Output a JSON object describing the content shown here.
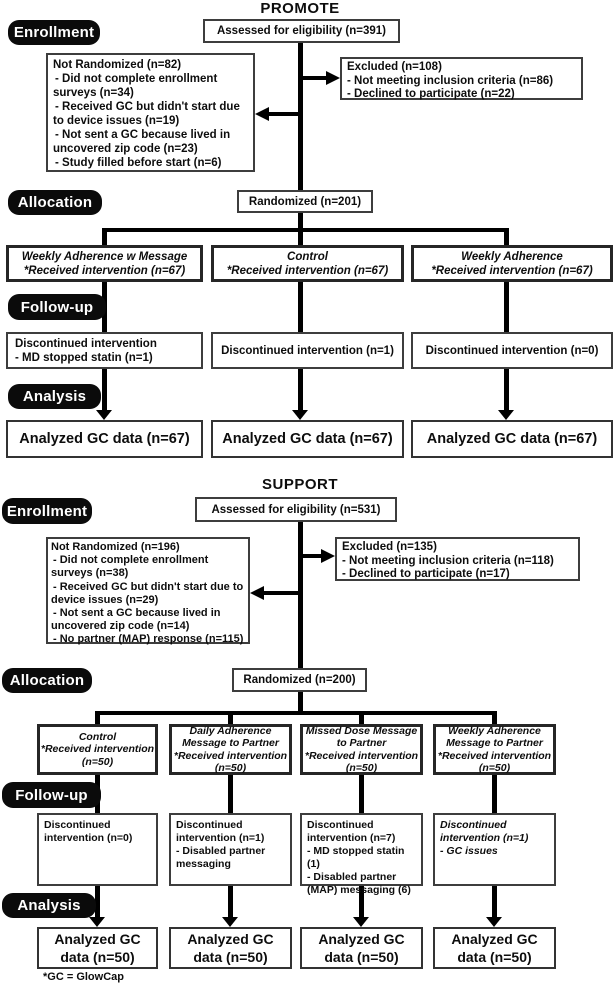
{
  "promote": {
    "title": "PROMOTE",
    "labels": {
      "enrollment": "Enrollment",
      "allocation": "Allocation",
      "followup": "Follow-up",
      "analysis": "Analysis"
    },
    "assessed": "Assessed for eligibility (n=391)",
    "not_randomized": {
      "title": "Not Randomized (n=82)",
      "items": [
        "- Did not complete enrollment surveys (n=34)",
        "- Received GC but didn't start due to device issues (n=19)",
        "- Not sent a GC because lived in uncovered zip code (n=23)",
        "- Study filled before start (n=6)"
      ]
    },
    "excluded": {
      "title": "Excluded (n=108)",
      "items": [
        "- Not meeting inclusion criteria (n=86)",
        "- Declined to participate (n=22)"
      ]
    },
    "randomized": "Randomized (n=201)",
    "arms": [
      {
        "name": "Weekly Adherence w Message",
        "received": "*Received intervention (n=67)"
      },
      {
        "name": "Control",
        "received": "*Received intervention (n=67)"
      },
      {
        "name": "Weekly Adherence",
        "received": "*Received intervention (n=67)"
      }
    ],
    "followup_boxes": [
      {
        "lines": [
          "Discontinued intervention",
          "- MD stopped statin (n=1)"
        ]
      },
      {
        "lines": [
          "Discontinued intervention (n=1)"
        ]
      },
      {
        "lines": [
          "Discontinued intervention (n=0)"
        ]
      }
    ],
    "analysis_boxes": [
      "Analyzed GC data (n=67)",
      "Analyzed GC data (n=67)",
      "Analyzed GC data (n=67)"
    ]
  },
  "support": {
    "title": "SUPPORT",
    "labels": {
      "enrollment": "Enrollment",
      "allocation": "Allocation",
      "followup": "Follow-up",
      "analysis": "Analysis"
    },
    "assessed": "Assessed for eligibility (n=531)",
    "not_randomized": {
      "title": "Not Randomized (n=196)",
      "items": [
        "- Did not complete enrollment surveys (n=38)",
        "- Received GC but didn't start due to device issues (n=29)",
        "- Not sent a GC because lived in uncovered zip code (n=14)",
        "- No partner (MAP) response (n=115)"
      ]
    },
    "excluded": {
      "title": "Excluded (n=135)",
      "items": [
        "- Not meeting inclusion criteria (n=118)",
        "- Declined to participate (n=17)"
      ]
    },
    "randomized": "Randomized (n=200)",
    "arms": [
      {
        "name": "Control",
        "received": "*Received intervention (n=50)"
      },
      {
        "name": "Daily Adherence Message to Partner",
        "received": "*Received intervention (n=50)"
      },
      {
        "name": "Missed Dose Message to Partner",
        "received": "*Received intervention (n=50)"
      },
      {
        "name": "Weekly Adherence Message to Partner",
        "received": "*Received intervention (n=50)"
      }
    ],
    "followup_boxes": [
      {
        "lines": [
          "Discontinued intervention (n=0)"
        ]
      },
      {
        "lines": [
          "Discontinued intervention (n=1)",
          "- Disabled partner messaging"
        ]
      },
      {
        "lines": [
          "Discontinued intervention (n=7)",
          "- MD stopped statin (1)",
          "- Disabled partner (MAP) messaging (6)"
        ]
      },
      {
        "lines": [
          "Discontinued intervention (n=1)",
          "- GC issues"
        ]
      }
    ],
    "analysis_boxes": [
      "Analyzed GC data (n=50)",
      "Analyzed GC data (n=50)",
      "Analyzed GC data (n=50)",
      "Analyzed GC data (n=50)"
    ]
  },
  "footnote": "*GC = GlowCap",
  "colors": {
    "line": "#000000",
    "badge_bg": "#0b0b0b",
    "border": "#3d3d3d"
  }
}
